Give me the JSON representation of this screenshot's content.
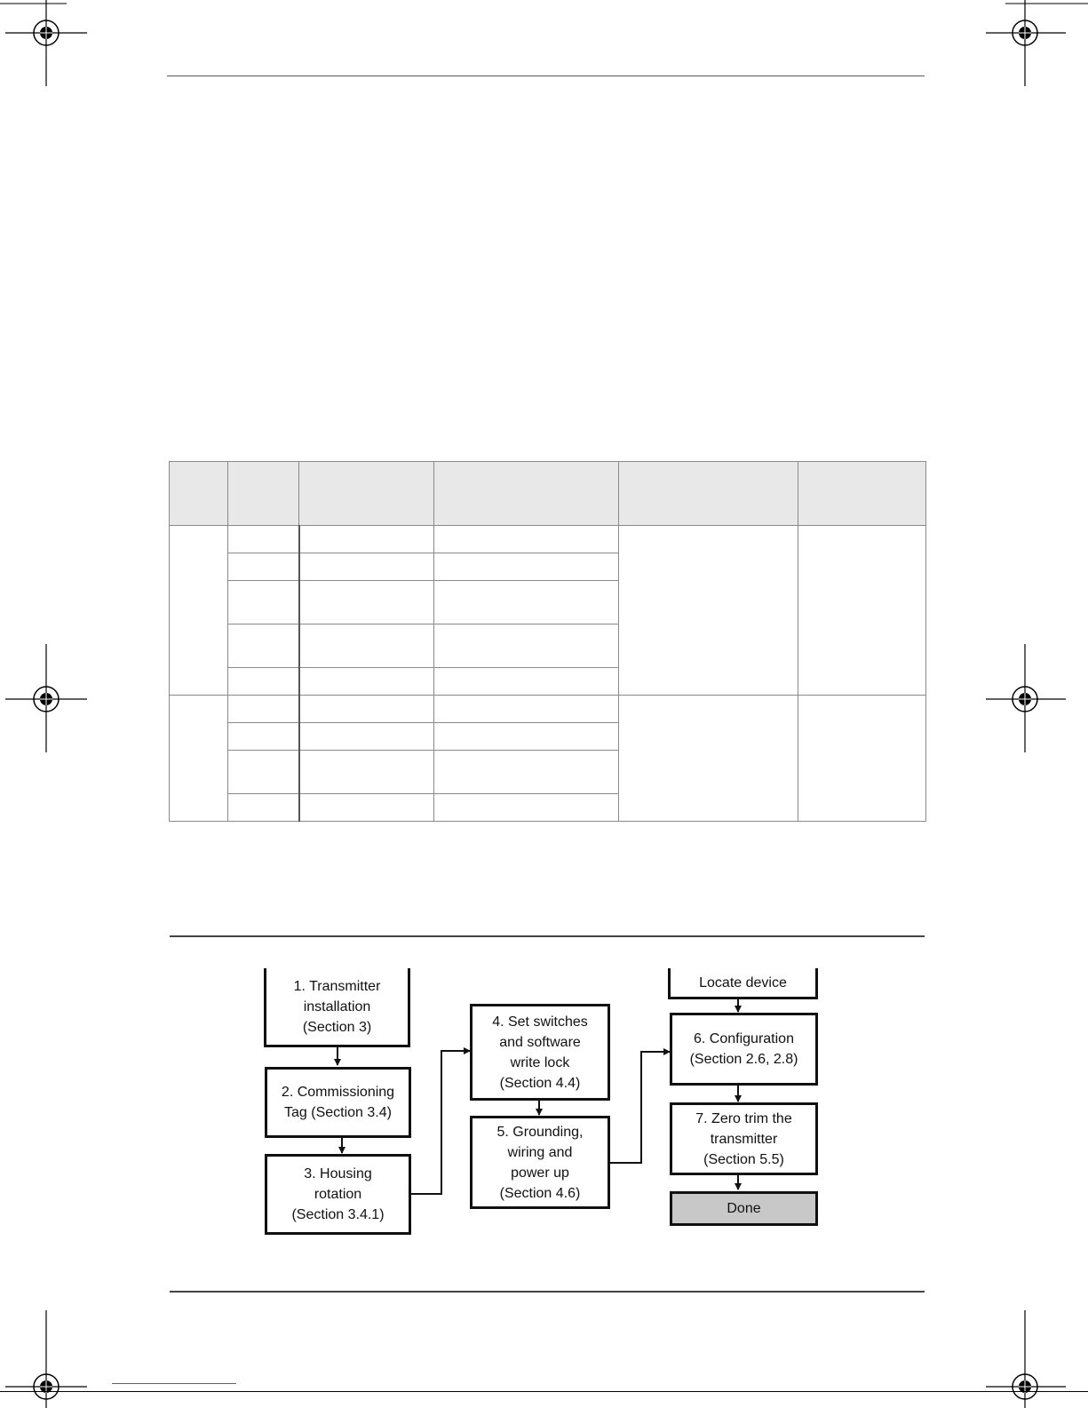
{
  "table": {
    "header_cells": [
      "",
      "",
      "",
      "",
      "",
      ""
    ],
    "groups": [
      {
        "rows": 5
      },
      {
        "rows": 4
      }
    ]
  },
  "flowchart": {
    "steps": {
      "s1": "1. Transmitter\ninstallation\n(Section 3)",
      "s2": "2. Commissioning\nTag (Section 3.4)",
      "s3": "3. Housing\nrotation\n(Section 3.4.1)",
      "s4": "4. Set switches\nand software\nwrite lock\n(Section 4.4)",
      "s5": "5. Grounding,\nwiring and\npower up\n(Section 4.6)",
      "locate": "Locate device",
      "s6": "6. Configuration\n(Section 2.6, 2.8)",
      "s7": "7. Zero trim the\ntransmitter\n(Section 5.5)",
      "done": "Done"
    },
    "colors": {
      "box_border": "#111111",
      "done_fill": "#c8c8c8"
    }
  },
  "colors": {
    "header_rule": "#2b6a8a",
    "table_header_fill": "#e8e8e8"
  }
}
